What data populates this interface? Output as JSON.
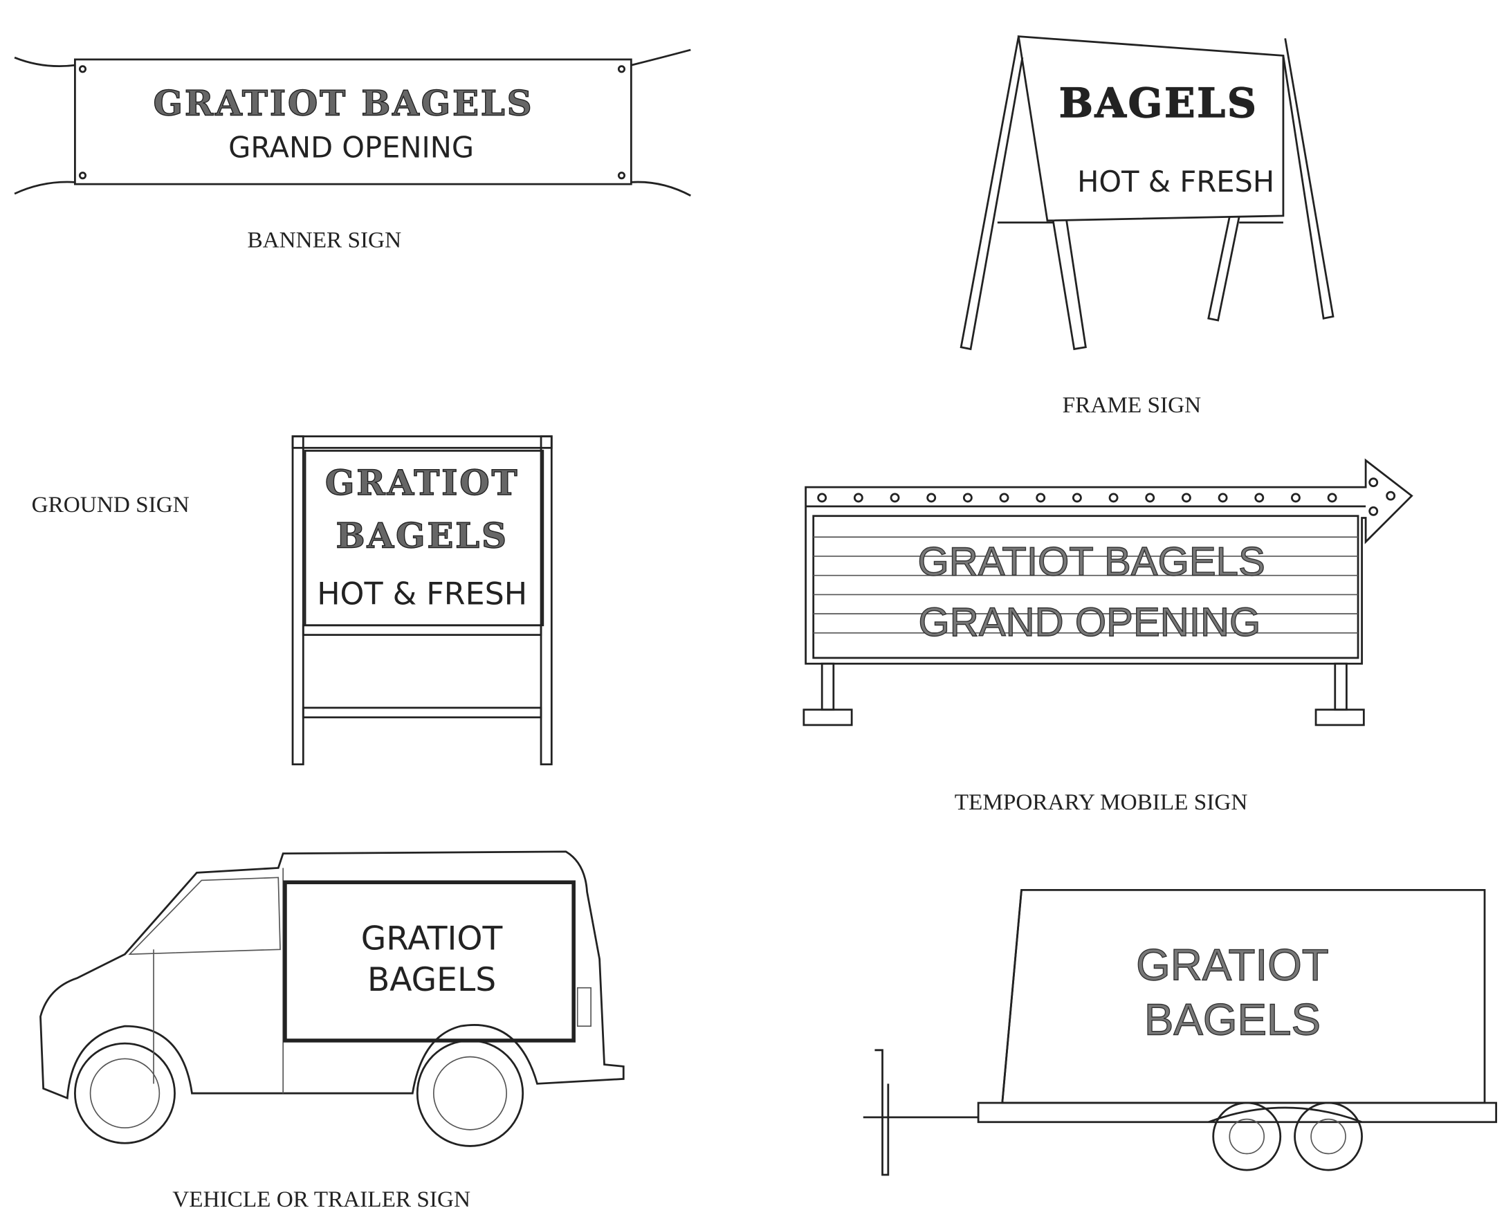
{
  "banner_sign": {
    "line1": "GRATIOT BAGELS",
    "line2": "GRAND OPENING",
    "caption": "BANNER SIGN"
  },
  "frame_sign": {
    "line1": "BAGELS",
    "line2": "HOT & FRESH",
    "caption": "FRAME SIGN"
  },
  "ground_sign": {
    "line1": "GRATIOT",
    "line2": "BAGELS",
    "line3": "HOT & FRESH",
    "caption": "GROUND SIGN"
  },
  "temporary_mobile_sign": {
    "line1": "GRATIOT BAGELS",
    "line2": "GRAND OPENING",
    "caption": "TEMPORARY MOBILE SIGN"
  },
  "vehicle_sign": {
    "line1": "GRATIOT",
    "line2": "BAGELS",
    "caption": "VEHICLE OR TRAILER SIGN"
  },
  "trailer_sign": {
    "line1": "GRATIOT",
    "line2": "BAGELS"
  }
}
